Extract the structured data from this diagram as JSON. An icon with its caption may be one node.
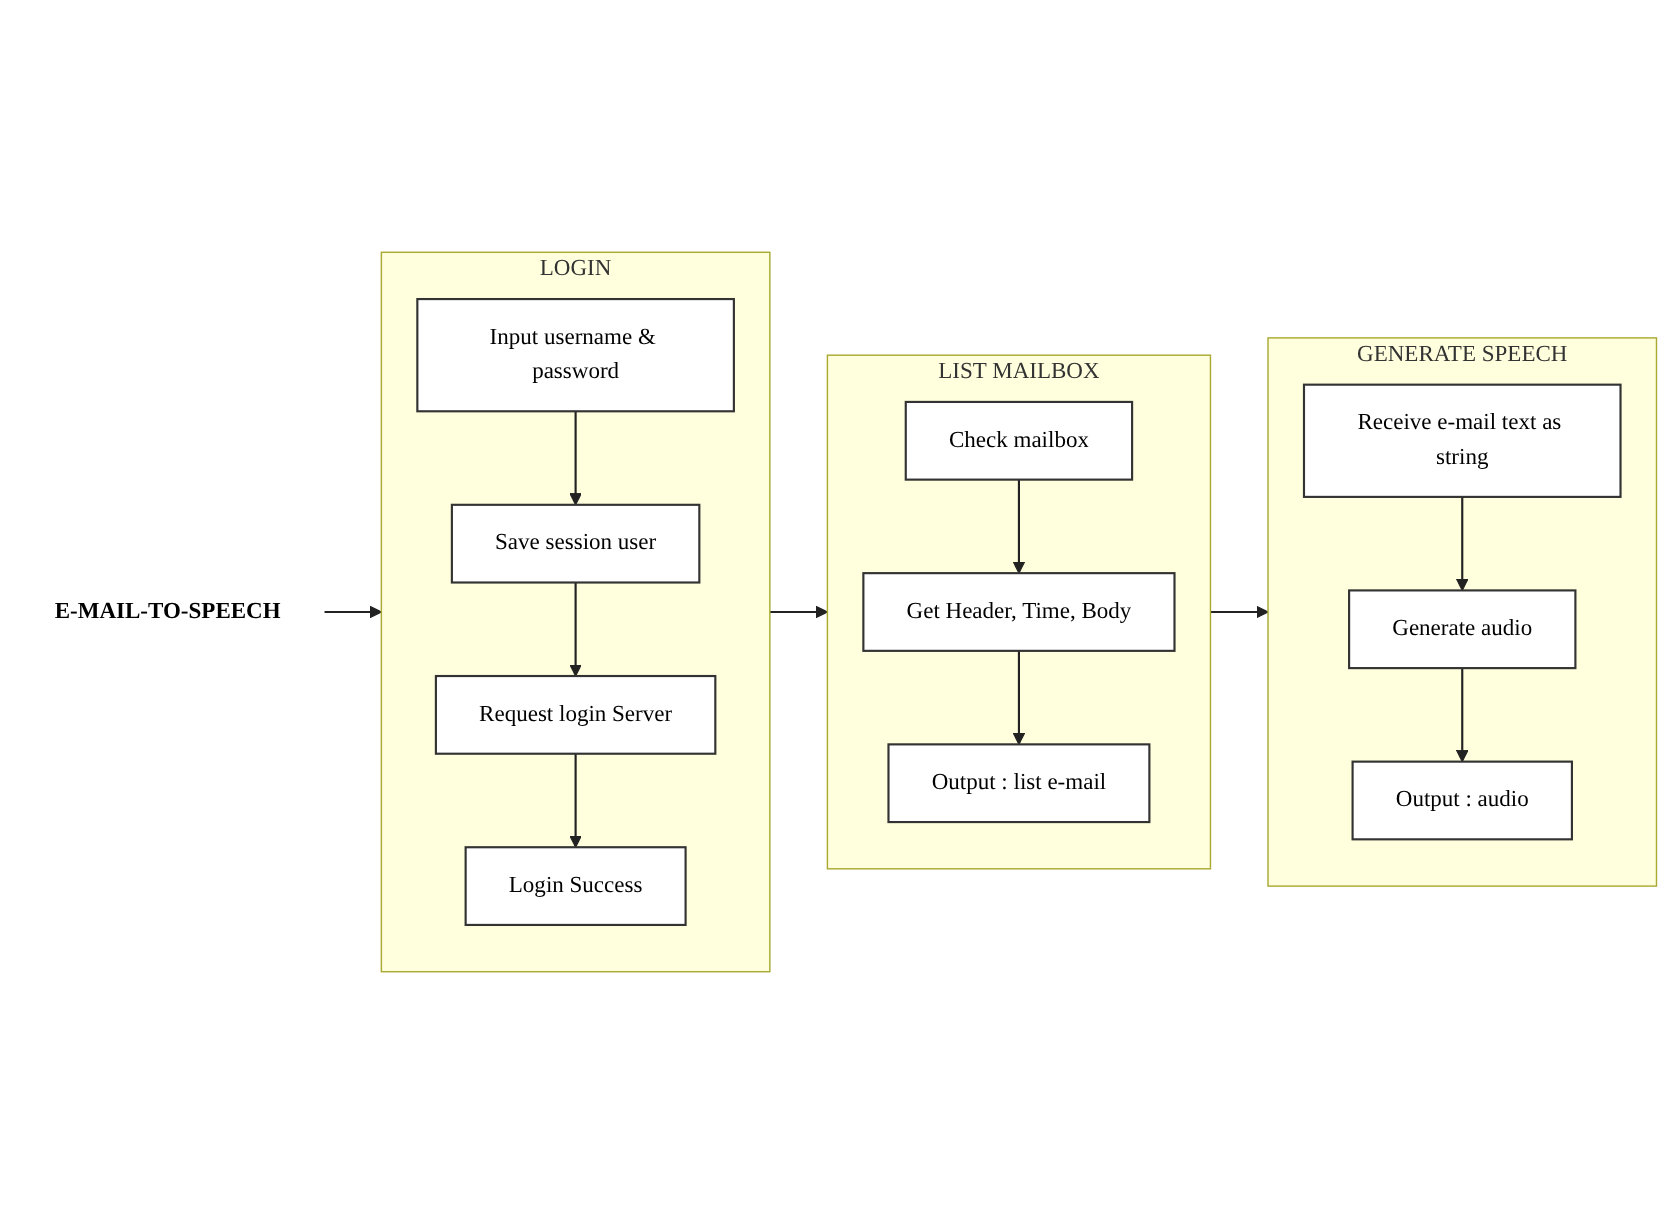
{
  "diagram": {
    "nodes": [
      {
        "text": [
          "E-MAIL-TO-SPEECH"
        ]
      },
      {
        "text": [
          "LOGIN"
        ]
      },
      {
        "text": [
          "Input username & password"
        ],
        "in": 1
      },
      {
        "text": [
          "Save session user"
        ],
        "in": 1
      },
      {
        "text": [
          "Request login Server"
        ],
        "in": 1
      },
      {
        "text": [
          "Login Success"
        ],
        "in": 1
      },
      {
        "text": [
          "LIST MAILBOX"
        ]
      },
      {
        "text": [
          "Check mailbox"
        ],
        "in": 6
      },
      {
        "text": [
          "Get Header, Time, Body"
        ],
        "in": 6
      },
      {
        "text": [
          "Output : list e-mail"
        ],
        "in": 6
      },
      {
        "text": [
          "GENERATE SPEECH"
        ]
      },
      {
        "text": [
          "Receive e-mail text as string"
        ],
        "in": 10
      },
      {
        "text": [
          "Generate audio"
        ],
        "in": 10
      },
      {
        "text": [
          "Output : audio"
        ],
        "in": 10
      }
    ],
    "edges": [
      {
        "from": 0,
        "to": 1,
        "arrow": "to"
      },
      {
        "from": 2,
        "to": 3,
        "arrow": "to"
      },
      {
        "from": 3,
        "to": 4,
        "arrow": "to"
      },
      {
        "from": 4,
        "to": 5,
        "arrow": "to"
      },
      {
        "from": 1,
        "to": 6,
        "arrow": "to"
      },
      {
        "from": 7,
        "to": 8,
        "arrow": "to"
      },
      {
        "from": 8,
        "to": 9,
        "arrow": "to"
      },
      {
        "from": 6,
        "to": 10,
        "arrow": "to"
      },
      {
        "from": 11,
        "to": 12,
        "arrow": "to"
      },
      {
        "from": 12,
        "to": 13,
        "arrow": "to"
      }
    ]
  }
}
